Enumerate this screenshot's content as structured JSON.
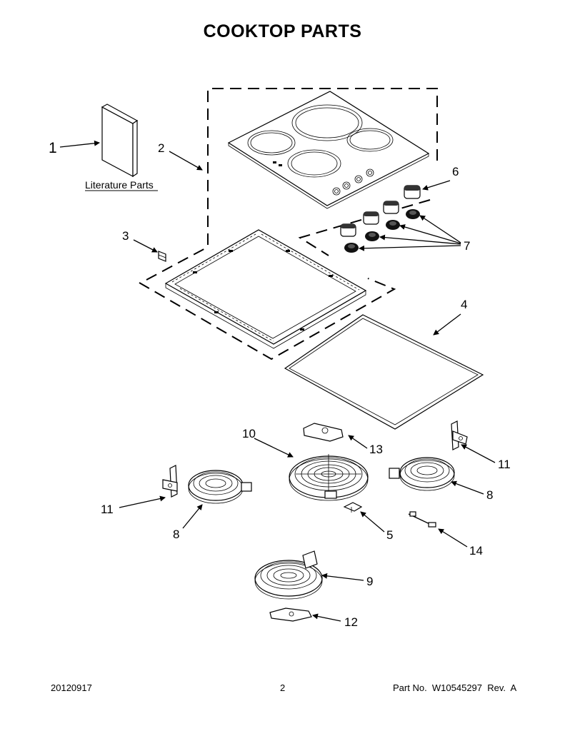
{
  "title": "COOKTOP PARTS",
  "literature_label": "Literature Parts",
  "callouts": {
    "c1": "1",
    "c2": "2",
    "c3": "3",
    "c4": "4",
    "c5": "5",
    "c6": "6",
    "c7": "7",
    "c8a": "8",
    "c8b": "8",
    "c9": "9",
    "c10": "10",
    "c11a": "11",
    "c11b": "11",
    "c12": "12",
    "c13": "13",
    "c14": "14"
  },
  "footer": {
    "date": "20120917",
    "page": "2",
    "part": "Part No.  W10545297  Rev.  A"
  }
}
